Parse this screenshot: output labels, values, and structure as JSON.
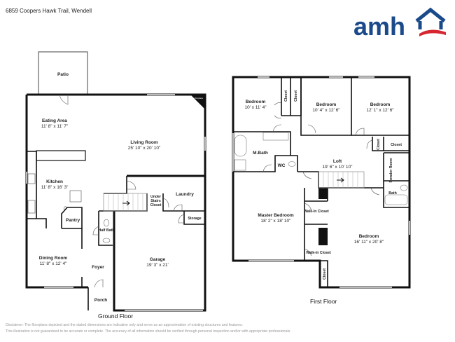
{
  "header": {
    "address": "6859 Coopers Hawk Trail, Wendell",
    "logo_text": "amh",
    "brand_colors": {
      "blue": "#1b4a8a",
      "red": "#d62631"
    }
  },
  "ground_floor": {
    "title": "Ground Floor",
    "rooms": [
      {
        "name": "Patio"
      },
      {
        "name": "Eating Area",
        "dims": "11' 8\" x 11' 7\""
      },
      {
        "name": "Living Room",
        "dims": "25' 10\" x 20' 10\""
      },
      {
        "name": "Kitchen",
        "dims": "11' 8\" x 16' 3\""
      },
      {
        "name": "Pantry"
      },
      {
        "name": "Laundry"
      },
      {
        "name": "Under Stairs Closet"
      },
      {
        "name": "Storage"
      },
      {
        "name": "Half Bath"
      },
      {
        "name": "Dining Room",
        "dims": "11' 8\" x 12' 4\""
      },
      {
        "name": "Foyer"
      },
      {
        "name": "Garage",
        "dims": "19' 3\" x 21'"
      },
      {
        "name": "Porch"
      },
      {
        "name": "Fireplace"
      }
    ]
  },
  "first_floor": {
    "title": "First Floor",
    "rooms": [
      {
        "name": "Bedroom",
        "dims": "10' x 11' 4\""
      },
      {
        "name": "Closet"
      },
      {
        "name": "Closet"
      },
      {
        "name": "Bedroom",
        "dims": "10' 4\" x 12' 6\""
      },
      {
        "name": "Bedroom",
        "dims": "12' 1\" x 12' 6\""
      },
      {
        "name": "M.Bath"
      },
      {
        "name": "WC"
      },
      {
        "name": "Loft",
        "dims": "19' 6\" x 10' 10\""
      },
      {
        "name": "Closet"
      },
      {
        "name": "Closet"
      },
      {
        "name": "Powder Room"
      },
      {
        "name": "Bath"
      },
      {
        "name": "Master Bedroom",
        "dims": "18' 2\" x 18' 10\""
      },
      {
        "name": "Walk-In Closet"
      },
      {
        "name": "Walk-In Closet"
      },
      {
        "name": "Bedroom",
        "dims": "16' 11\" x 20' 8\""
      },
      {
        "name": "Closet"
      }
    ]
  },
  "disclaimer": {
    "line1": "Disclaimer: The floorplans depicted and the stated dimensions are indicative only and serve as an approximation of existing structures and features.",
    "line2": "This illustration is not guaranteed to be accurate or complete. The accuracy of all information should be verified through personal inspection and/or with appropriate professionals."
  }
}
